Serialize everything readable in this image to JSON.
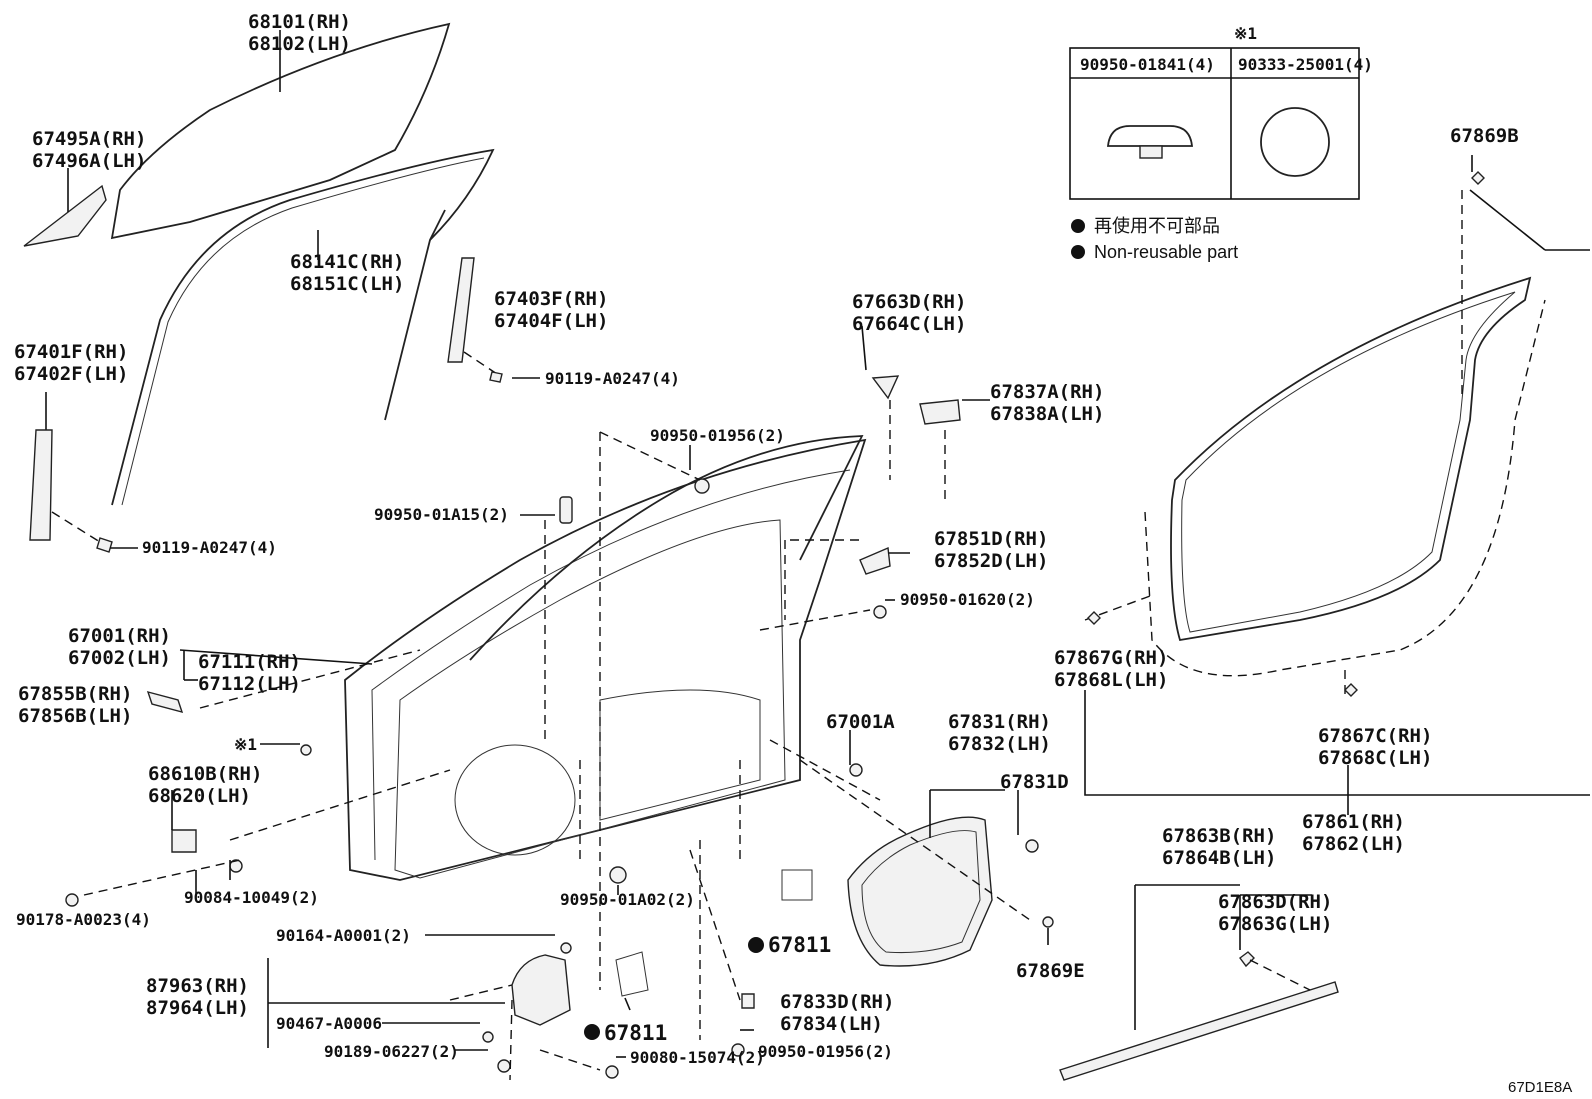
{
  "labels": {
    "p68101": "68101(RH)",
    "p68102": "68102(LH)",
    "p67495": "67495A(RH)",
    "p67496": "67496A(LH)",
    "p68141": "68141C(RH)",
    "p68151": "68151C(LH)",
    "p67403": "67403F(RH)",
    "p67404": "67404F(LH)",
    "p90119b": "90119-A0247(4)",
    "p67401": "67401F(RH)",
    "p67402": "67402F(LH)",
    "p90119a": "90119-A0247(4)",
    "p67663": "67663D(RH)",
    "p67664": "67664C(LH)",
    "p67837": "67837A(RH)",
    "p67838": "67838A(LH)",
    "p90950_1956a": "90950-01956(2)",
    "p90950_1a15": "90950-01A15(2)",
    "p67851": "67851D(RH)",
    "p67852": "67852D(LH)",
    "p90950_1620": "90950-01620(2)",
    "p67001": "67001(RH)",
    "p67002": "67002(LH)",
    "p67111": "67111(RH)",
    "p67112": "67112(LH)",
    "p67855": "67855B(RH)",
    "p67856": "67856B(LH)",
    "note1": "※1",
    "p68610": "68610B(RH)",
    "p68620": "68620(LH)",
    "p67001a": "67001A",
    "p67831": "67831(RH)",
    "p67832": "67832(LH)",
    "p67831d": "67831D",
    "p90178": "90178-A0023(4)",
    "p90084": "90084-10049(2)",
    "p90950_1a02": "90950-01A02(2)",
    "p67811a": "67811",
    "p67811b": "67811",
    "p90164": "90164-A0001(2)",
    "p87963": "87963(RH)",
    "p87964": "87964(LH)",
    "p90467": "90467-A0006",
    "p90189": "90189-06227(2)",
    "p90080": "90080-15074(2)",
    "p67833": "67833D(RH)",
    "p67834": "67834(LH)",
    "p90950_1956b": "90950-01956(2)",
    "p67869e": "67869E",
    "p67869b": "67869B",
    "p67867g": "67867G(RH)",
    "p67868l": "67868L(LH)",
    "p67867c": "67867C(RH)",
    "p67868c": "67868C(LH)",
    "p67861": "67861(RH)",
    "p67862": "67862(LH)",
    "p67863b": "67863B(RH)",
    "p67864b": "67864B(LH)",
    "p67863d": "67863D(RH)",
    "p67863g": "67863G(LH)",
    "diagram_code": "67D1E8A"
  },
  "inset": {
    "note": "※1",
    "col1": "90950-01841(4)",
    "col2": "90333-25001(4)"
  },
  "legend": {
    "jp": "再使用不可部品",
    "en": "Non-reusable part"
  }
}
